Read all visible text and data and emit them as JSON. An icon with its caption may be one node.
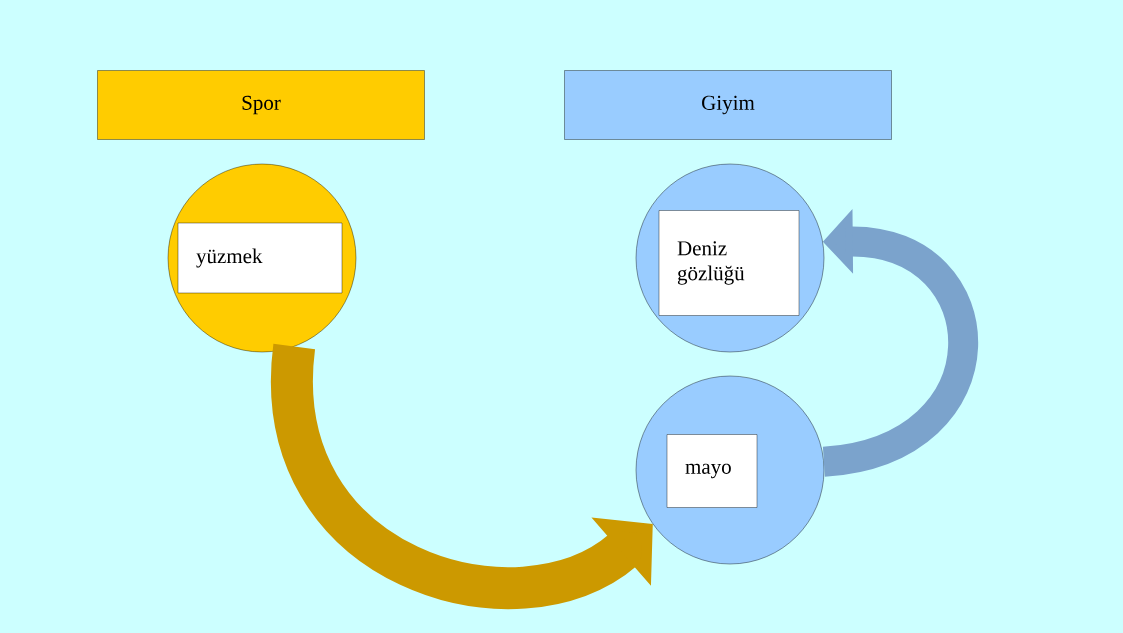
{
  "diagram": {
    "nodes": [
      {
        "text": [
          "Spor"
        ]
      },
      {
        "text": [
          "Giyim"
        ]
      },
      {
        "text": [],
        "shape": "circle"
      },
      {
        "text": [
          "yüzmek"
        ],
        "in": 2
      },
      {
        "text": [],
        "shape": "circle"
      },
      {
        "text": [
          "Deniz gözlüğü"
        ],
        "in": 4
      },
      {
        "text": [],
        "shape": "circle"
      },
      {
        "text": [
          "mayo"
        ],
        "in": 6
      }
    ],
    "edges": [
      {
        "from": 2,
        "to": 6,
        "arrow": "to",
        "color": "#cc9900"
      },
      {
        "from": 6,
        "to": 4,
        "arrow": "to",
        "color": "#7ba3cc"
      }
    ]
  }
}
